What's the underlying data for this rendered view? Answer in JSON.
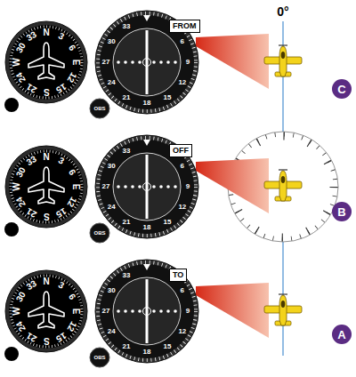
{
  "diagram": {
    "nodes": [
      {
        "text": [
          "FROM"
        ]
      },
      {
        "text": [
          "C"
        ]
      },
      {
        "text": [
          "OFF"
        ]
      },
      {
        "text": [
          "B"
        ]
      },
      {
        "text": [
          "TO"
        ]
      },
      {
        "text": [
          "A"
        ]
      }
    ],
    "labels": [
      "0°",
      "N",
      "3",
      "6",
      "E",
      "12",
      "15",
      "S",
      "21",
      "24",
      "W",
      "30",
      "33",
      "6",
      "9",
      "12",
      "15",
      "18",
      "21",
      "24",
      "27",
      "30",
      "33",
      "OBS",
      "N",
      "3",
      "6",
      "E",
      "12",
      "15",
      "S",
      "21",
      "24",
      "W",
      "30",
      "33",
      "6",
      "9",
      "12",
      "15",
      "18",
      "21",
      "24",
      "27",
      "30",
      "33",
      "OBS",
      "N",
      "3",
      "6",
      "E",
      "12",
      "15",
      "S",
      "21",
      "24",
      "W",
      "30",
      "33",
      "6",
      "9",
      "12",
      "15",
      "18",
      "21",
      "24",
      "27",
      "30",
      "33",
      "OBS"
    ]
  }
}
